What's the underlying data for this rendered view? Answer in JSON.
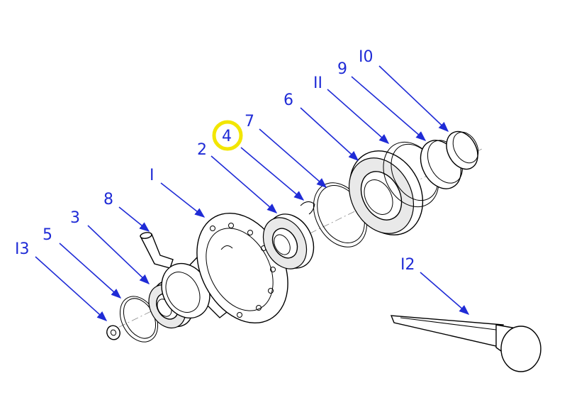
{
  "callouts": [
    {
      "id": "1",
      "label": "I"
    },
    {
      "id": "2",
      "label": "2"
    },
    {
      "id": "3",
      "label": "3"
    },
    {
      "id": "4",
      "label": "4",
      "highlight": true
    },
    {
      "id": "5",
      "label": "5"
    },
    {
      "id": "6",
      "label": "6"
    },
    {
      "id": "7",
      "label": "7"
    },
    {
      "id": "8",
      "label": "8"
    },
    {
      "id": "9",
      "label": "9"
    },
    {
      "id": "10",
      "label": "I0"
    },
    {
      "id": "11",
      "label": "II"
    },
    {
      "id": "12",
      "label": "I2"
    },
    {
      "id": "13",
      "label": "I3"
    }
  ],
  "colors": {
    "callout_text": "#1f2bd6",
    "leader_line": "#1f2bd6",
    "highlight_ring": "#f2e600",
    "line_art": "#000000"
  }
}
